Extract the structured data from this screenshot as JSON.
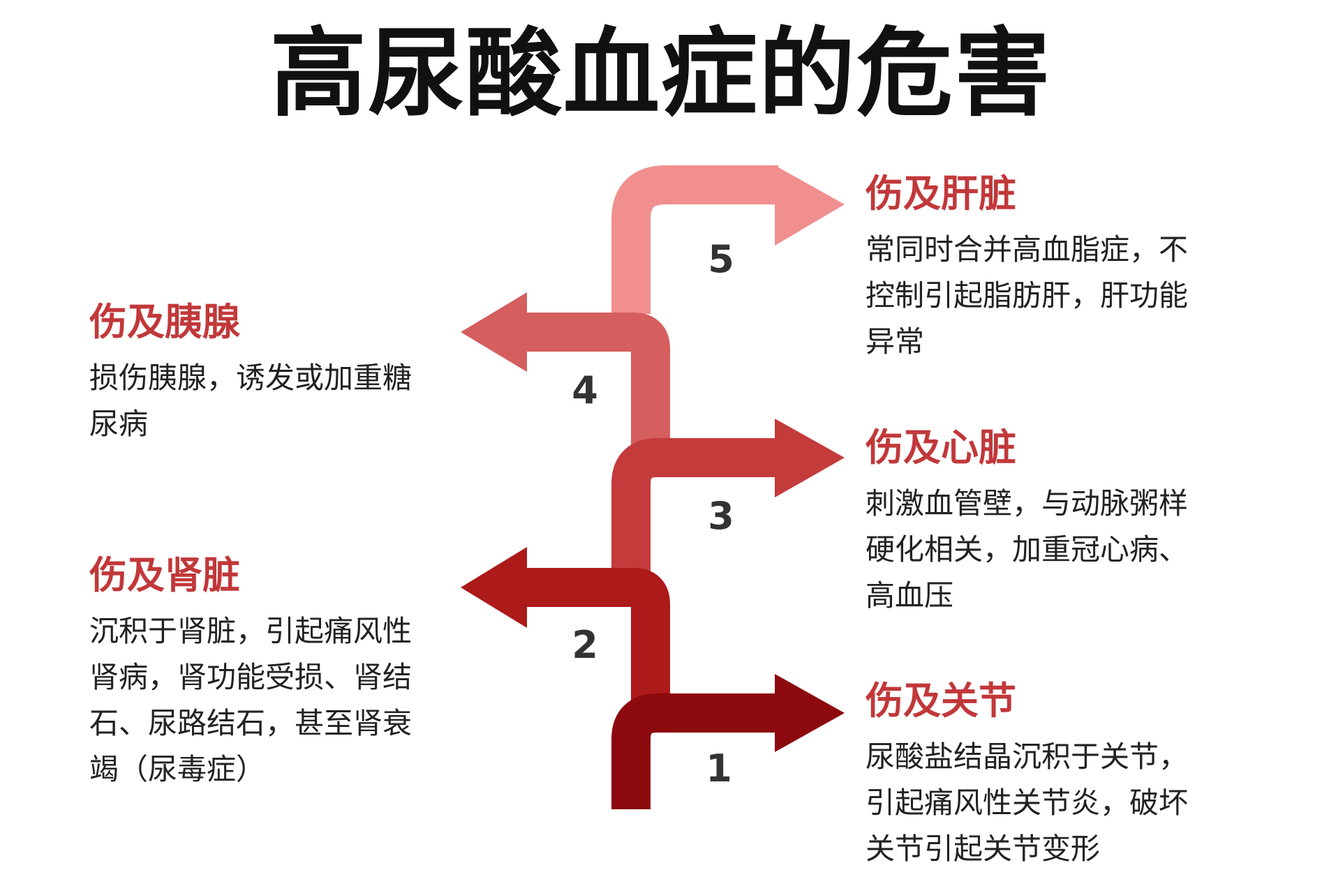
{
  "title": "高尿酸血症的危害",
  "colors": {
    "stage1": "#8c0a0d",
    "stage2": "#ac1a1a",
    "stage3": "#c43b3c",
    "stage4": "#d55e5e",
    "stage5": "#f08f8e",
    "heading": "#c1383a"
  },
  "stages": [
    {
      "number": "1",
      "heading": "伤及关节",
      "body": [
        "尿酸盐结晶沉积于关节，",
        "引起痛风性关节炎，破坏",
        "关节引起关节变形"
      ]
    },
    {
      "number": "2",
      "heading": "伤及肾脏",
      "body": [
        "沉积于肾脏，引起痛风性",
        "肾病，肾功能受损、肾结",
        "石、尿路结石，甚至肾衰",
        "竭（尿毒症）"
      ]
    },
    {
      "number": "3",
      "heading": "伤及心脏",
      "body": [
        "刺激血管壁，与动脉粥样",
        "硬化相关，加重冠心病、",
        "高血压"
      ]
    },
    {
      "number": "4",
      "heading": "伤及胰腺",
      "body": [
        "损伤胰腺，诱发或加重糖",
        "尿病"
      ]
    },
    {
      "number": "5",
      "heading": "伤及肝脏",
      "body": [
        "常同时合并高血脂症，不",
        "控制引起脂肪肝，肝功能",
        "异常"
      ]
    }
  ]
}
